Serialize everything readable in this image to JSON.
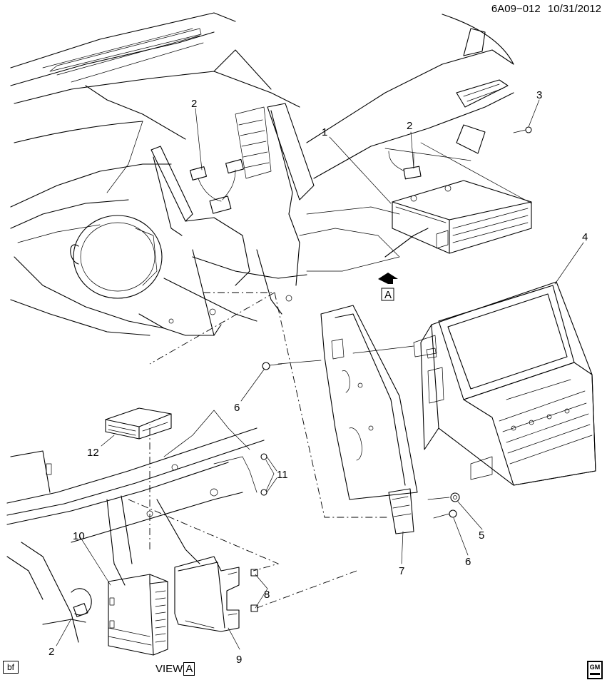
{
  "header": {
    "diagram_id": "6A09−012",
    "date": "10/31/2012"
  },
  "callouts": [
    {
      "id": "c1",
      "number": "1"
    },
    {
      "id": "c2a",
      "number": "2"
    },
    {
      "id": "c2b",
      "number": "2"
    },
    {
      "id": "c2c",
      "number": "2"
    },
    {
      "id": "c3",
      "number": "3"
    },
    {
      "id": "c4",
      "number": "4"
    },
    {
      "id": "c5",
      "number": "5"
    },
    {
      "id": "c6a",
      "number": "6"
    },
    {
      "id": "c6b",
      "number": "6"
    },
    {
      "id": "c7",
      "number": "7"
    },
    {
      "id": "c8",
      "number": "8"
    },
    {
      "id": "c9",
      "number": "9"
    },
    {
      "id": "c10",
      "number": "10"
    },
    {
      "id": "c11",
      "number": "11"
    },
    {
      "id": "c12",
      "number": "12"
    }
  ],
  "view_marker": {
    "letter": "A"
  },
  "view_label": {
    "text": "VIEW",
    "letter": "A"
  },
  "footer": {
    "code": "bf"
  },
  "logo": {
    "text": "GM",
    "icon": "gm-logo-icon"
  }
}
